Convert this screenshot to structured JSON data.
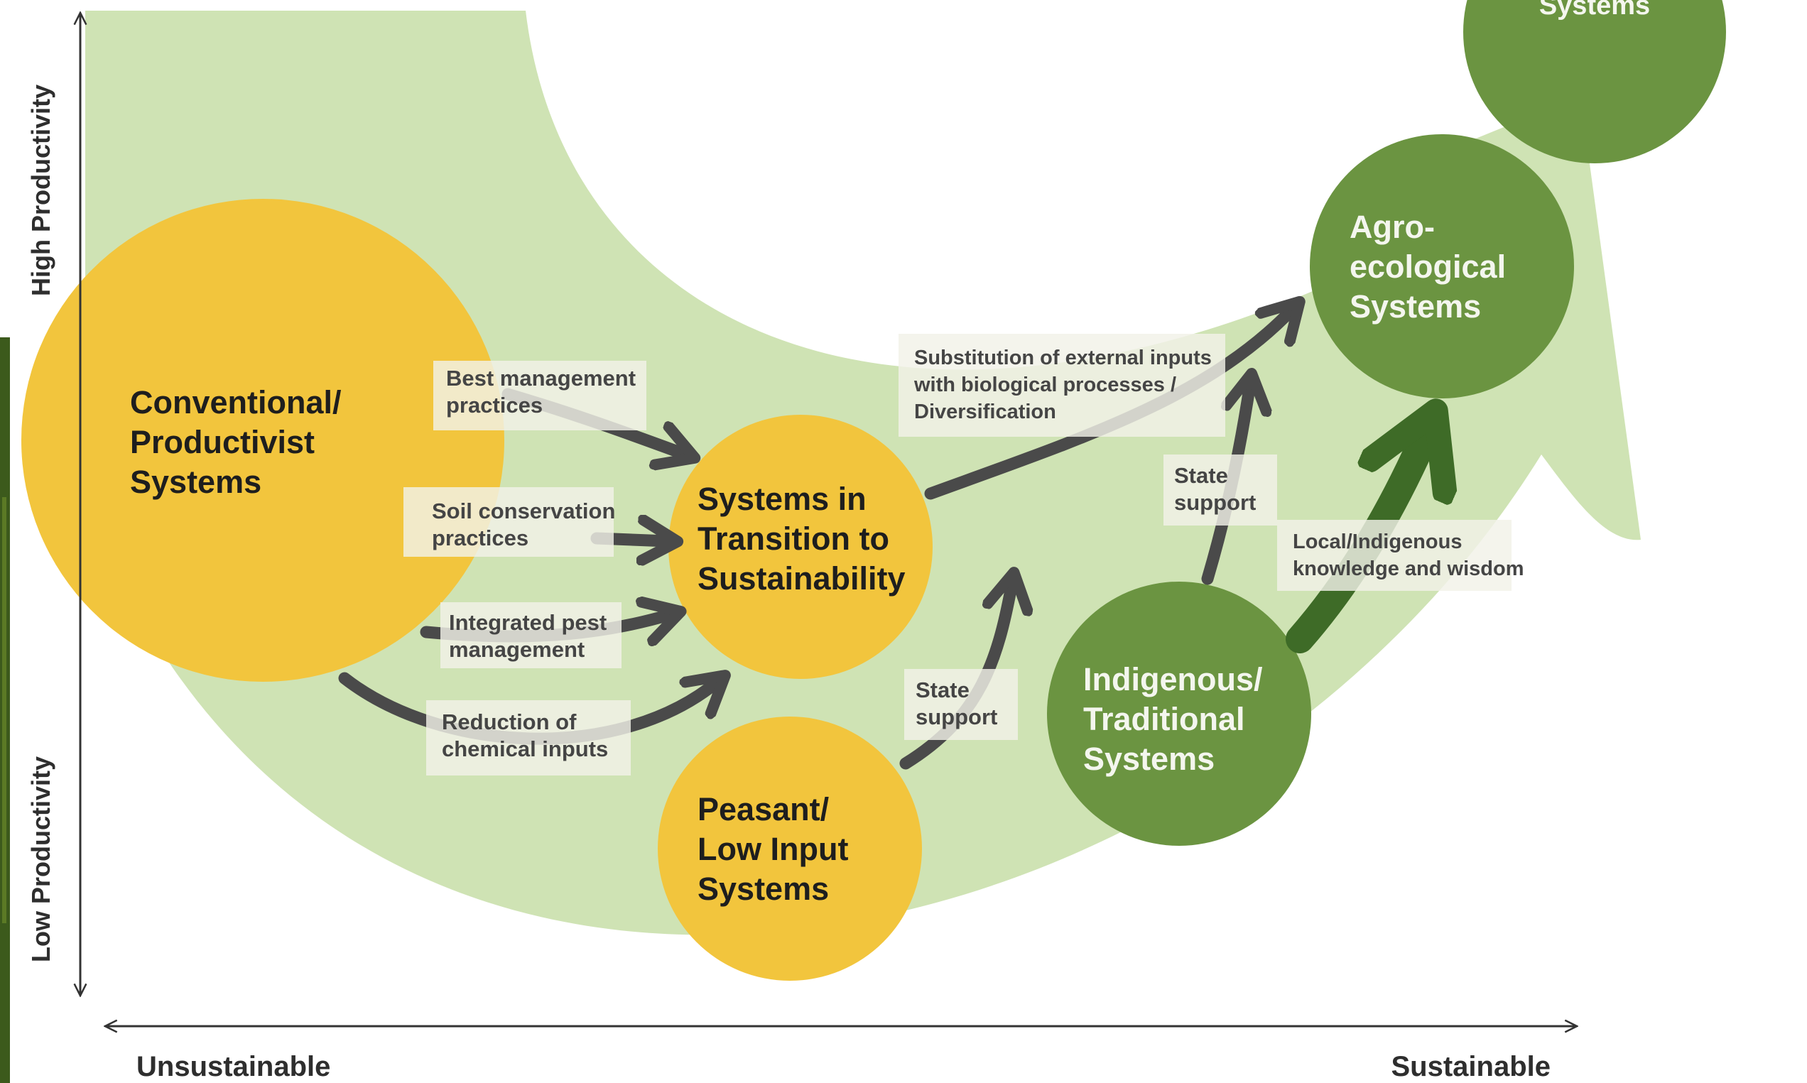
{
  "axes": {
    "y_high": "High Productivity",
    "y_low": "Low Productivity",
    "x_left": "Unsustainable",
    "x_right": "Sustainable"
  },
  "nodes": {
    "conventional": [
      "Conventional/",
      "Productivist",
      "Systems"
    ],
    "transition": [
      "Systems in",
      "Transition to",
      "Sustainability"
    ],
    "peasant": [
      "Peasant/",
      "Low Input",
      "Systems"
    ],
    "indigenous": [
      "Indigenous/",
      "Traditional",
      "Systems"
    ],
    "agroecological": [
      "Agro-",
      "ecological",
      "Systems"
    ],
    "top_right": [
      "Systems"
    ]
  },
  "edge_labels": {
    "best_management": [
      "Best management",
      "practices"
    ],
    "soil_conservation": [
      "Soil conservation",
      "practices"
    ],
    "integrated_pest": [
      "Integrated pest",
      "management"
    ],
    "reduction_chemical": [
      "Reduction of",
      "chemical inputs"
    ],
    "substitution": [
      "Substitution of external inputs",
      "with biological processes /",
      "Diversification"
    ],
    "state_support_peasant": [
      "State",
      "support"
    ],
    "state_support_indigenous": [
      "State",
      "support"
    ],
    "local_indigenous": [
      "Local/Indigenous",
      "knowledge and wisdom"
    ]
  },
  "colors": {
    "background_band": "#cfe3b4",
    "yellow_node": "#f2c53d",
    "green_node": "#6b9441",
    "dark_arrow": "#4a4a4a",
    "green_arrow": "#3e6b27",
    "axis": "#333333",
    "left_photo_strip": "#3c5a1c"
  }
}
